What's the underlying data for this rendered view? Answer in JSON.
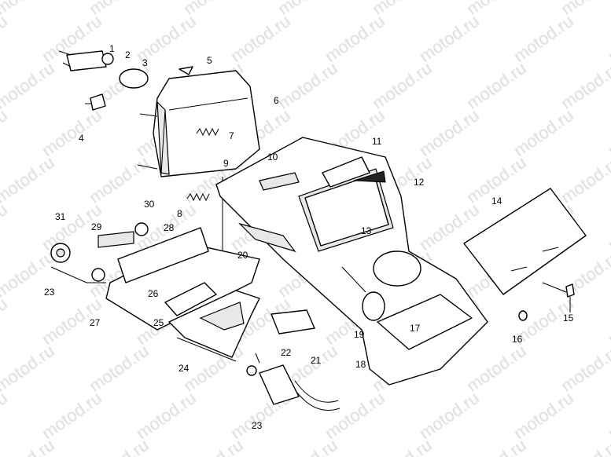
{
  "watermark": "motod.ru",
  "callouts": [
    "1",
    "2",
    "3",
    "4",
    "5",
    "6",
    "7",
    "8",
    "9",
    "10",
    "11",
    "12",
    "13",
    "14",
    "15",
    "16",
    "17",
    "18",
    "19",
    "20",
    "21",
    "22",
    "23",
    "23",
    "24",
    "25",
    "26",
    "27",
    "28",
    "29",
    "30",
    "31"
  ]
}
